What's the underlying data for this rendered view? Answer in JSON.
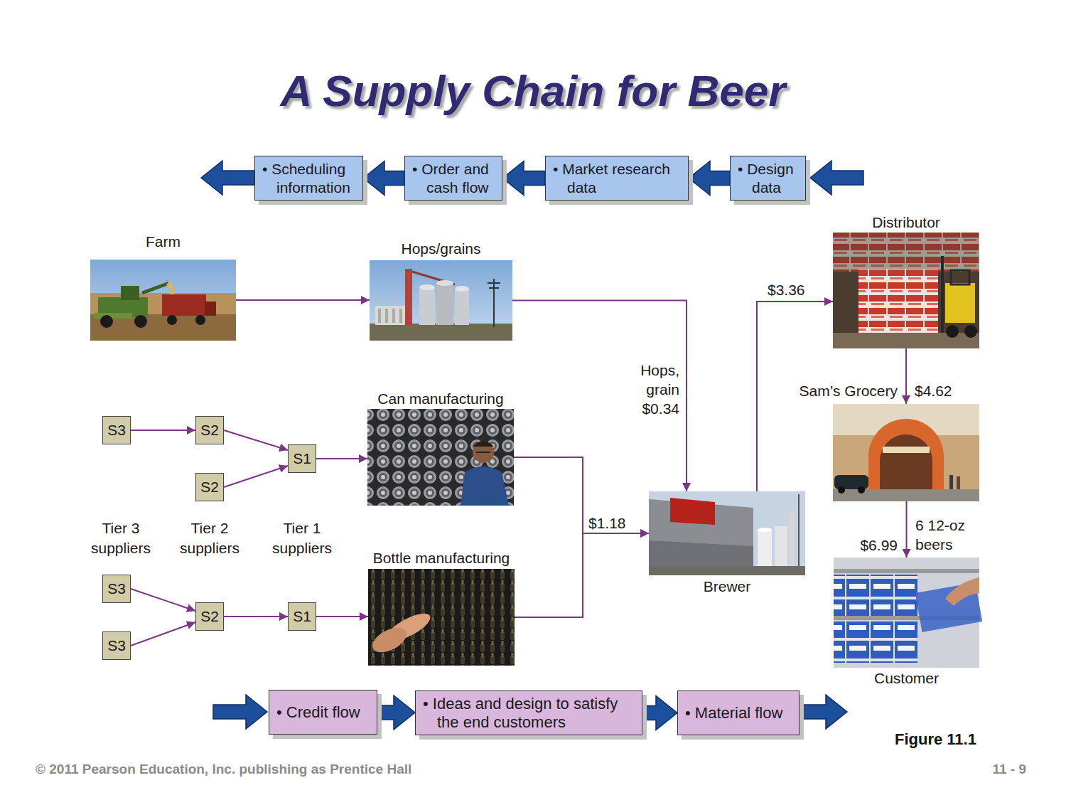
{
  "diagram": {
    "title": "A Supply Chain for Beer",
    "caption": "Figure 11.1",
    "nodes": [
      {
        "text": [
          "• Scheduling information"
        ]
      },
      {
        "text": [
          "• Order and cash flow"
        ]
      },
      {
        "text": [
          "• Market research data"
        ]
      },
      {
        "text": [
          "• Design data"
        ]
      },
      {
        "text": [
          "Distributor"
        ]
      },
      {
        "text": [
          "Farm"
        ]
      },
      {
        "text": [
          "Hops/grains"
        ]
      },
      {
        "text": [
          "Sam’s Grocery"
        ]
      },
      {
        "text": [
          "Can manufacturing"
        ]
      },
      {
        "text": [
          "S3"
        ]
      },
      {
        "text": [
          "S2"
        ]
      },
      {
        "text": [
          "S1"
        ]
      },
      {
        "text": [
          "S2"
        ]
      },
      {
        "text": [
          "Brewer"
        ]
      },
      {
        "text": [
          "Bottle manufacturing"
        ]
      },
      {
        "text": [
          "S3"
        ]
      },
      {
        "text": [
          "S2"
        ]
      },
      {
        "text": [
          "S1"
        ]
      },
      {
        "text": [
          "S3"
        ]
      },
      {
        "text": [
          "Customer"
        ]
      },
      {
        "text": [
          "• Credit flow"
        ]
      },
      {
        "text": [
          "• Ideas and design to satisfy the end customers"
        ]
      },
      {
        "text": [
          "• Material flow"
        ]
      }
    ],
    "edges": [
      {
        "from": 3,
        "to": 2,
        "arrow": "to"
      },
      {
        "from": 2,
        "to": 1,
        "arrow": "to"
      },
      {
        "from": 1,
        "to": 0,
        "arrow": "to"
      },
      {
        "from": 5,
        "to": 6,
        "arrow": "to"
      },
      {
        "from": 6,
        "to": 13,
        "label": "Hops, grain $0.34",
        "arrow": "to"
      },
      {
        "from": 8,
        "to": 13,
        "label": "$1.18",
        "arrow": "to"
      },
      {
        "from": 14,
        "to": 13,
        "arrow": "to"
      },
      {
        "from": 13,
        "to": 4,
        "label": "$3.36",
        "arrow": "to"
      },
      {
        "from": 4,
        "to": 7,
        "label": "$4.62",
        "arrow": "to"
      },
      {
        "from": 7,
        "to": 19,
        "label": "$6.99",
        "arrow": "to"
      },
      {
        "from": 9,
        "to": 10,
        "arrow": "to"
      },
      {
        "from": 10,
        "to": 11,
        "arrow": "to"
      },
      {
        "from": 12,
        "to": 11,
        "arrow": "to"
      },
      {
        "from": 11,
        "to": 8,
        "arrow": "to"
      },
      {
        "from": 15,
        "to": 16,
        "arrow": "to"
      },
      {
        "from": 18,
        "to": 16,
        "arrow": "to"
      },
      {
        "from": 16,
        "to": 17,
        "arrow": "to"
      },
      {
        "from": 17,
        "to": 14,
        "arrow": "to"
      },
      {
        "from": 20,
        "to": 21,
        "arrow": "to"
      },
      {
        "from": 21,
        "to": 22,
        "arrow": "to"
      }
    ],
    "labels": [
      "Tier 3 suppliers",
      "Tier 2 suppliers",
      "Tier 1 suppliers",
      "6 12-oz beers",
      "© 2011 Pearson Education, Inc. publishing as Prentice Hall",
      "11 - 9"
    ]
  }
}
